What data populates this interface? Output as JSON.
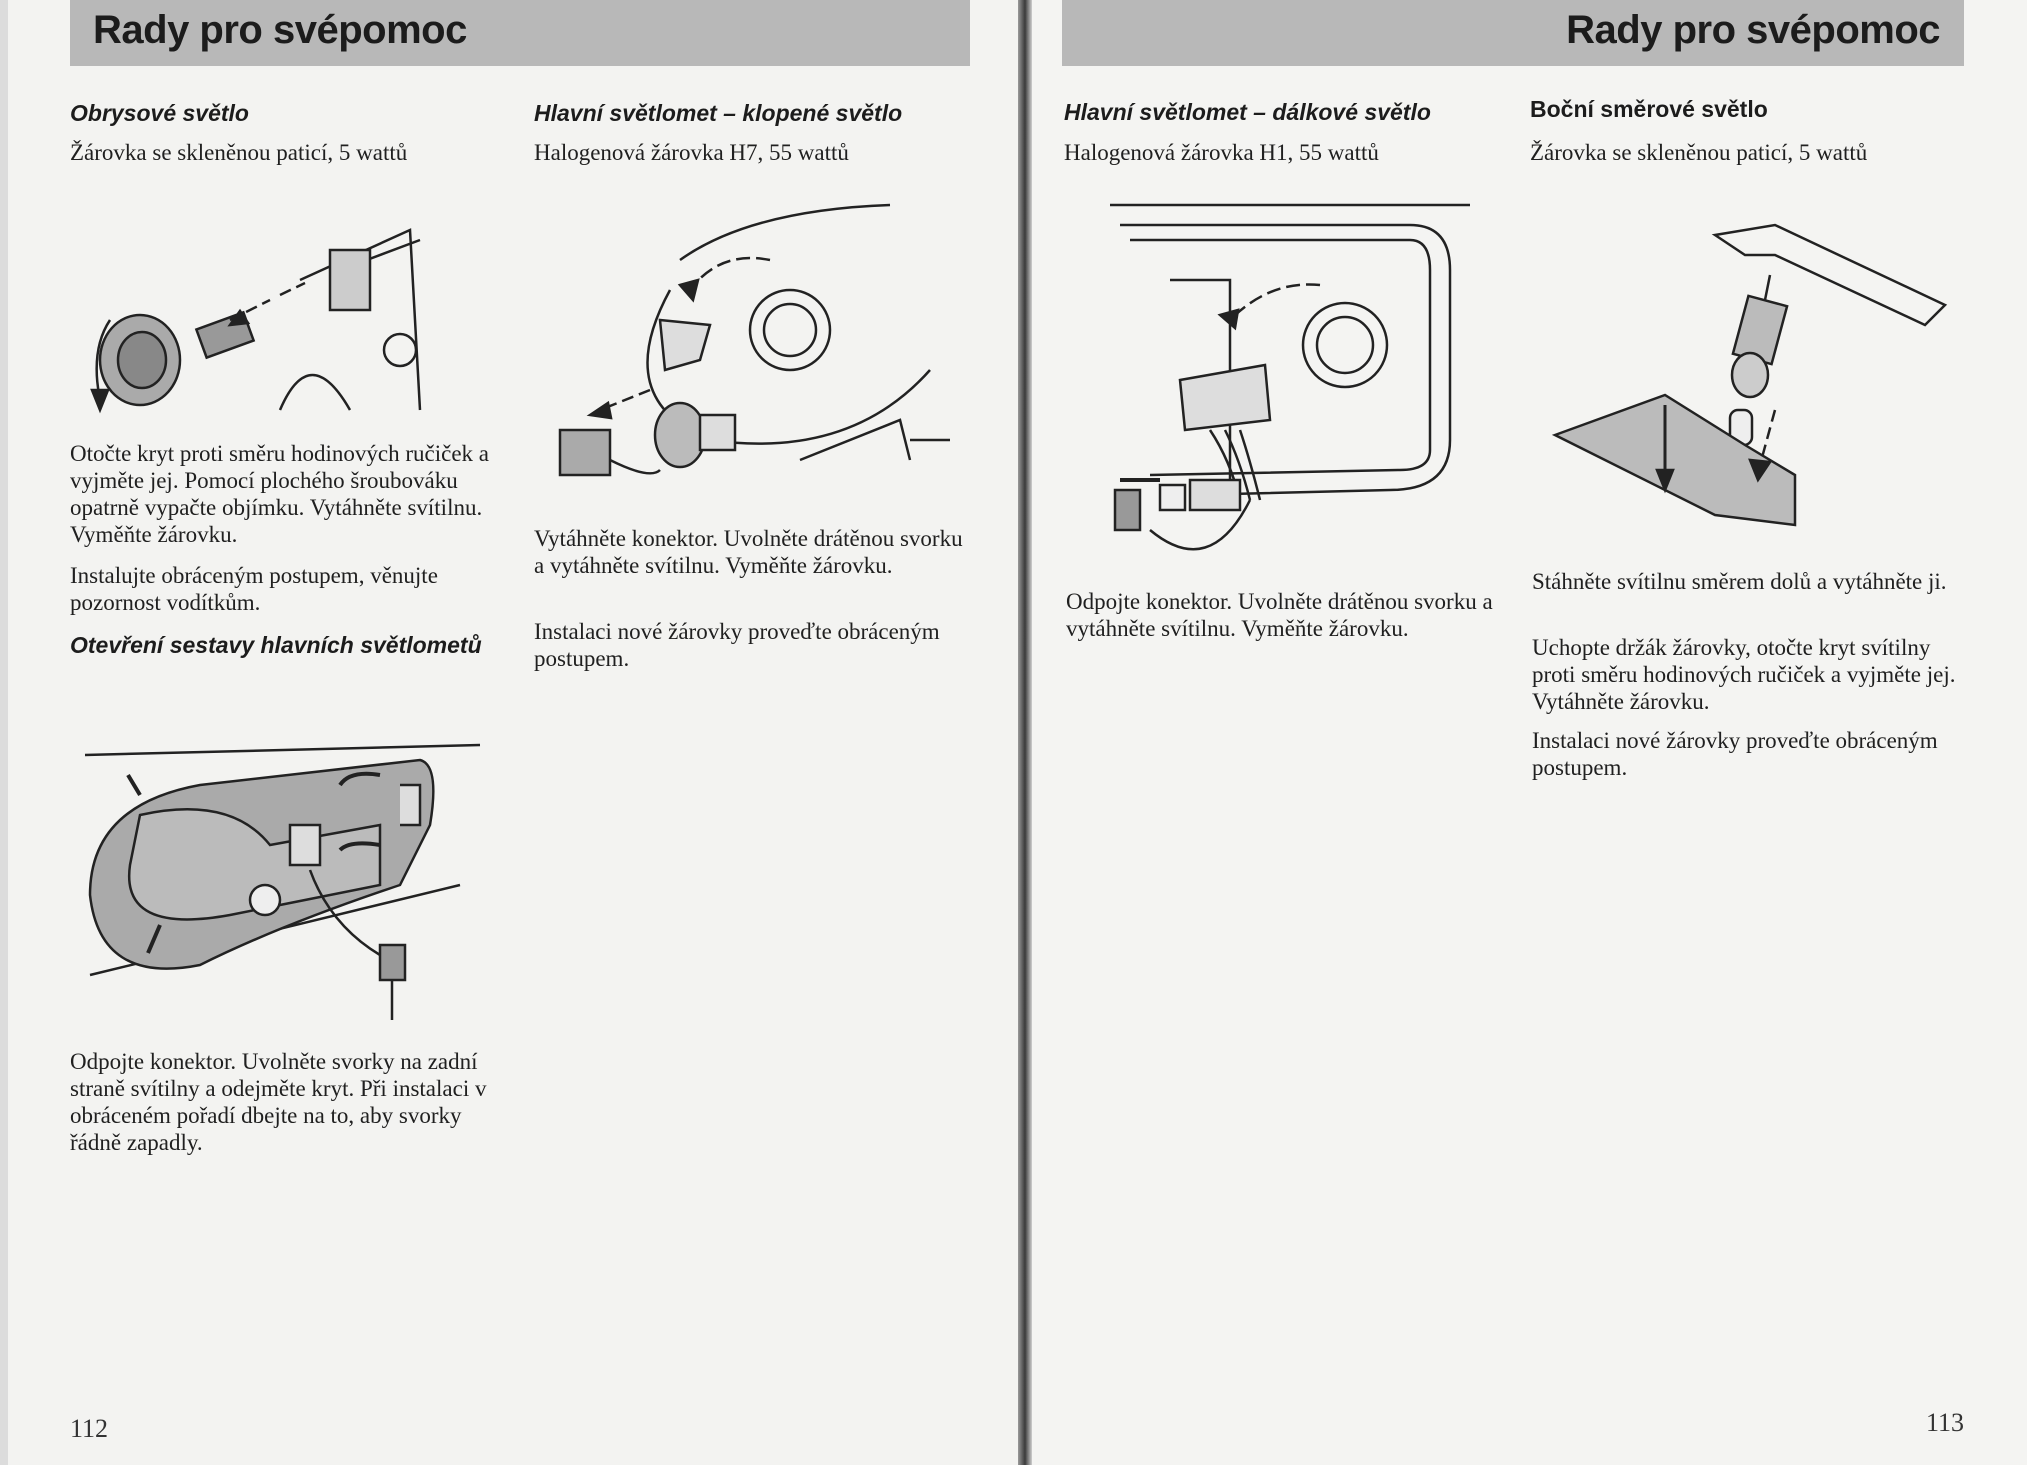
{
  "left_page": {
    "header": "Rady pro svépomoc",
    "page_number": "112",
    "col1": {
      "heading": "Obrysové světlo",
      "subtitle": "Žárovka se skleněnou paticí, 5 wattů",
      "para1": "Otočte kryt proti směru hodinových ručiček a vyjměte jej. Pomocí plochého šroubováku opatrně vypačte objímku. Vytáhněte svítilnu. Vyměňte žárovku.",
      "para2": "Instalujte obráceným postupem, věnujte pozornost vodítkům.",
      "heading2": "Otevření sestavy hlavních světlometů",
      "para3": "Odpojte konektor. Uvolněte svorky na zadní straně svítilny a odejměte kryt. Při instalaci v obráceném pořadí dbejte na to, aby svorky řádně zapadly."
    },
    "col2": {
      "heading": "Hlavní světlomet – klopené světlo",
      "subtitle": "Halogenová žárovka H7, 55 wattů",
      "para1": "Vytáhněte konektor. Uvolněte drátěnou svorku a vytáhněte svítilnu. Vyměňte žárovku.",
      "para2": "Instalaci nové žárovky proveďte obráceným postupem."
    }
  },
  "right_page": {
    "header": "Rady pro svépomoc",
    "page_number": "113",
    "col1": {
      "heading": "Hlavní světlomet – dálkové světlo",
      "subtitle": "Halogenová žárovka H1, 55 wattů",
      "para1": "Odpojte konektor. Uvolněte drátěnou svorku a vytáhněte svítilnu. Vyměňte žárovku."
    },
    "col2": {
      "heading": "Boční směrové světlo",
      "subtitle": "Žárovka se skleněnou paticí, 5 wattů",
      "para1": "Stáhněte svítilnu směrem dolů a vytáhněte ji.",
      "para2": "Uchopte držák žárovky, otočte kryt svítilny proti směru hodinových ručiček a vyjměte jej. Vytáhněte žárovku.",
      "para3": "Instalaci nové žárovky proveďte obráceným postupem."
    }
  }
}
